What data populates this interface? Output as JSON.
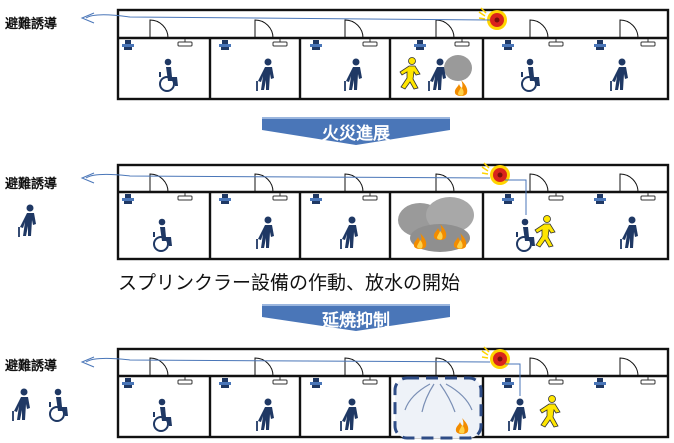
{
  "labels": {
    "evacuation_guidance": "避難誘導",
    "arrow1": "火災進展",
    "arrow2": "延焼抑制",
    "caption": "スプリンクラー設備の作動、放水の開始"
  },
  "colors": {
    "wall": "#111111",
    "figure": "#1f3864",
    "helper": "#ffe600",
    "fire": "#f28c00",
    "smoke": "#9a9a9a",
    "arrow": "#4a76b8",
    "alarm": "#d9241c",
    "guide_line": "#4a76b8"
  },
  "icons": [
    "person-with-cane-icon",
    "wheelchair-user-icon",
    "helper-icon",
    "fire-icon",
    "smoke-icon",
    "sprinkler-head-icon",
    "smoke-detector-icon",
    "fire-alarm-icon"
  ]
}
